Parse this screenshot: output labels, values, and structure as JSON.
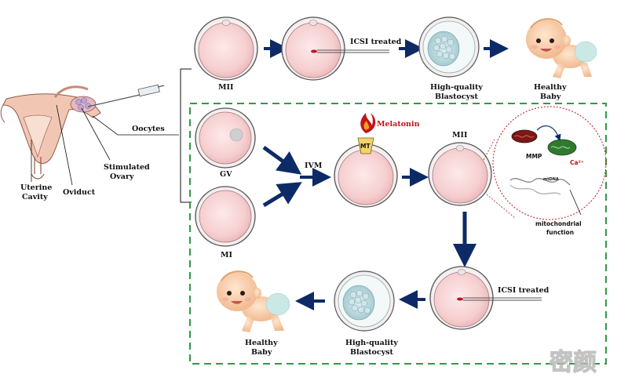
{
  "labels": {
    "mii_top": "MII",
    "icsi_top": "ICSI treated",
    "hq_top_1": "High-quality",
    "hq_top_2": "Blastocyst",
    "baby_top_1": "Healthy",
    "baby_top_2": "Baby",
    "oocytes": "Oocytes",
    "uterine_1": "Uterine",
    "uterine_2": "Cavity",
    "oviduct": "Oviduct",
    "stim_1": "Stimulated",
    "stim_2": "Ovary",
    "gv": "GV",
    "mi": "MI",
    "ivm": "IVM",
    "melatonin": "Melatonin",
    "mt": "MT",
    "mii_mid": "MII",
    "mmp": "MMP",
    "ca": "Ca²⁺",
    "mtdna": "mtDNA",
    "mito_1": "mitochondrial",
    "mito_2": "function",
    "icsi_bot": "ICSI treated",
    "hq_bot_1": "High-quality",
    "hq_bot_2": "Blastocyst",
    "baby_bot_1": "Healthy",
    "baby_bot_2": "Baby"
  },
  "watermark": "密颜",
  "colors": {
    "arrow": "#0d2a66",
    "dashed_box": "#2f9a45",
    "cell_fill": "#f6cfd0",
    "zona": "#6f6f6f",
    "melatonin": "#c0151b"
  }
}
